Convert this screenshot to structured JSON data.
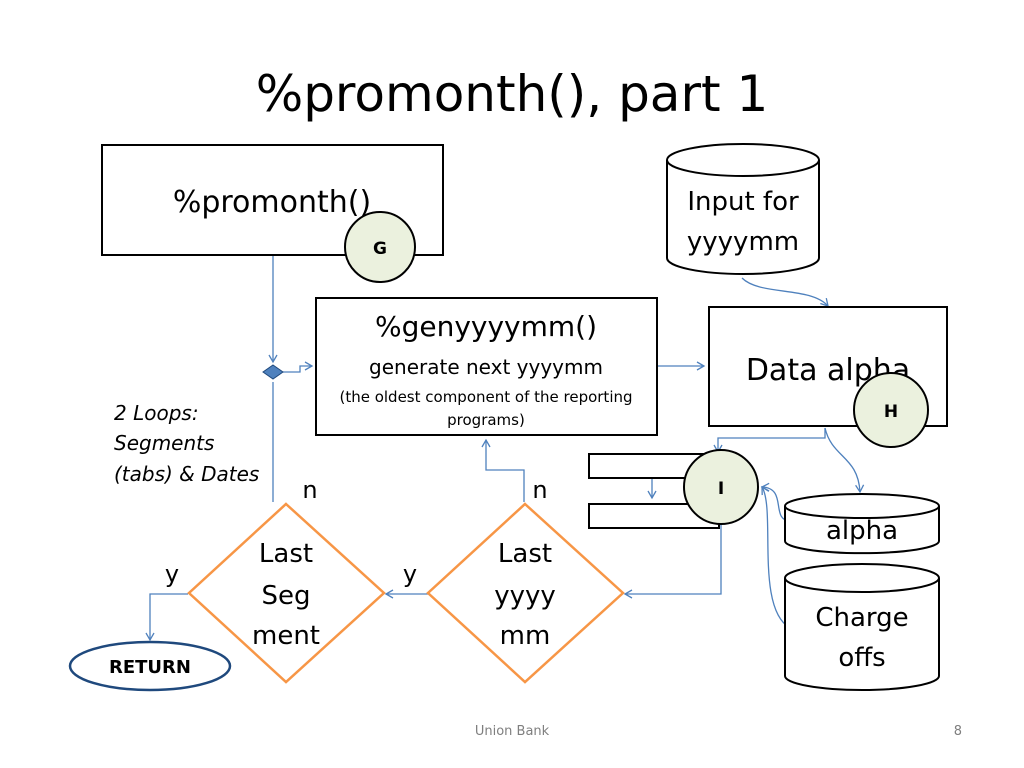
{
  "title": "%promonth(), part 1",
  "footer": {
    "center": "Union Bank",
    "page_number": "8"
  },
  "diagram": {
    "promonth_box": {
      "label": "%promonth()"
    },
    "genyyyymm_box": {
      "title": "%genyyyymm()",
      "subtitle": "generate next yyyymm",
      "note_line1": "(the oldest component of the reporting",
      "note_line2": "programs)"
    },
    "input_cylinder": {
      "line1": "Input for",
      "line2": "yyyymm"
    },
    "data_alpha_box": {
      "label": "Data alpha"
    },
    "alpha_cylinder": {
      "label": "alpha"
    },
    "chargeoffs_cylinder": {
      "line1": "Charge",
      "line2": "offs"
    },
    "marker_g": "G",
    "marker_h": "H",
    "marker_i": "I",
    "loops_note": {
      "line1": "2 Loops:",
      "line2": "Segments",
      "line3": "(tabs) & Dates"
    },
    "decision_last_segment": {
      "line1": "Last",
      "line2": "Seg",
      "line3": "ment"
    },
    "decision_last_yyyymm": {
      "line1": "Last",
      "line2": "yyyy",
      "line3": "mm"
    },
    "label_n_left": "n",
    "label_n_right": "n",
    "label_y_left": "y",
    "label_y_right": "y",
    "return_label": "RETURN"
  },
  "colors": {
    "connector": "#4f81bd",
    "decision_border": "#f79646",
    "marker_fill": "#ebf1de",
    "return_border": "#1f497d",
    "footer_text": "#7f7f7f"
  }
}
